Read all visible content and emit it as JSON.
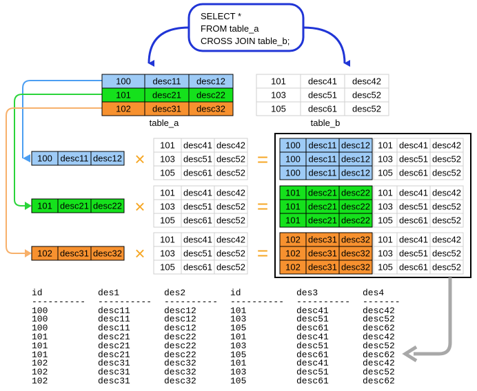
{
  "sql": [
    "SELECT *",
    "FROM table_a",
    "CROSS JOIN table_b;"
  ],
  "colors": {
    "row1": "#9ecbf6",
    "row2": "#15e11c",
    "row3": "#f7912f",
    "arrow_blue": "#2035d6",
    "arrow_gray": "#a8a8a8",
    "op_orange": "#f6a623",
    "grid": "#cfcfcf"
  },
  "table_a": {
    "caption": "table_a",
    "rows": [
      [
        "100",
        "desc11",
        "desc12"
      ],
      [
        "101",
        "desc21",
        "desc22"
      ],
      [
        "102",
        "desc31",
        "desc32"
      ]
    ]
  },
  "table_b": {
    "caption": "table_b",
    "rows": [
      [
        "101",
        "desc41",
        "desc42"
      ],
      [
        "103",
        "desc51",
        "desc52"
      ],
      [
        "105",
        "desc61",
        "desc52"
      ]
    ]
  },
  "operators": {
    "times": "×",
    "equals": "="
  },
  "result": {
    "headers": [
      "id",
      "des1",
      "des2",
      "id",
      "des3",
      "des4"
    ],
    "separators": [
      "----------",
      "----------",
      "----------",
      "----------",
      "----------",
      "-------"
    ],
    "rows": [
      [
        "100",
        "desc11",
        "desc12",
        "101",
        "desc41",
        "desc42"
      ],
      [
        "100",
        "desc11",
        "desc12",
        "103",
        "desc51",
        "desc52"
      ],
      [
        "100",
        "desc11",
        "desc12",
        "105",
        "desc61",
        "desc62"
      ],
      [
        "101",
        "desc21",
        "desc22",
        "101",
        "desc41",
        "desc42"
      ],
      [
        "101",
        "desc21",
        "desc22",
        "103",
        "desc51",
        "desc52"
      ],
      [
        "101",
        "desc21",
        "desc22",
        "105",
        "desc61",
        "desc62"
      ],
      [
        "102",
        "desc31",
        "desc32",
        "101",
        "desc41",
        "desc42"
      ],
      [
        "102",
        "desc31",
        "desc32",
        "103",
        "desc51",
        "desc52"
      ],
      [
        "102",
        "desc31",
        "desc32",
        "105",
        "desc61",
        "desc62"
      ]
    ]
  }
}
